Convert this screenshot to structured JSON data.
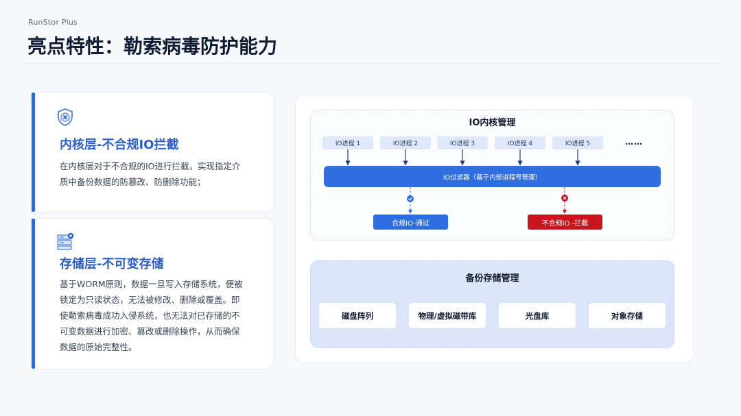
{
  "header": {
    "brand": "RunStor Plus",
    "title": "亮点特性：勒索病毒防护能力"
  },
  "cards": [
    {
      "icon": "shield-x-icon",
      "title": "内核层-不合规IO拦截",
      "lines": [
        "在内核层对于不合规的IO进行拦截，实现指定介",
        "质中备份数据的防篡改、防删除功能；"
      ]
    },
    {
      "icon": "server-x-icon",
      "title": "存储层-不可变存储",
      "lines": [
        "基于WORM原则，数据一旦写入存储系统，便被",
        "锁定为只读状态，无法被修改、删除或覆盖。即",
        "使勒索病毒成功入侵系统，也无法对已存储的不",
        "可变数据进行加密、篡改或删除操作，从而确保",
        "数据的原始完整性。"
      ]
    }
  ],
  "diagram": {
    "io_title": "IO内核管理",
    "processes": [
      "IO进程 1",
      "IO进程 2",
      "IO进程 3",
      "IO进程 4",
      "IO进程 5"
    ],
    "ellipsis": "……",
    "filter": "IO过滤器（基于内部进程号管理）",
    "pass_label": "合规IO-通过",
    "block_label": "不合规IO -拦截",
    "storage_title": "备份存储管理",
    "storage_items": [
      "磁盘阵列",
      "物理/虚拟磁带库",
      "光盘库",
      "对象存储"
    ]
  },
  "colors": {
    "accent": "#2f6ee0",
    "block": "#c8161c",
    "card_title": "#2d5fc9"
  }
}
